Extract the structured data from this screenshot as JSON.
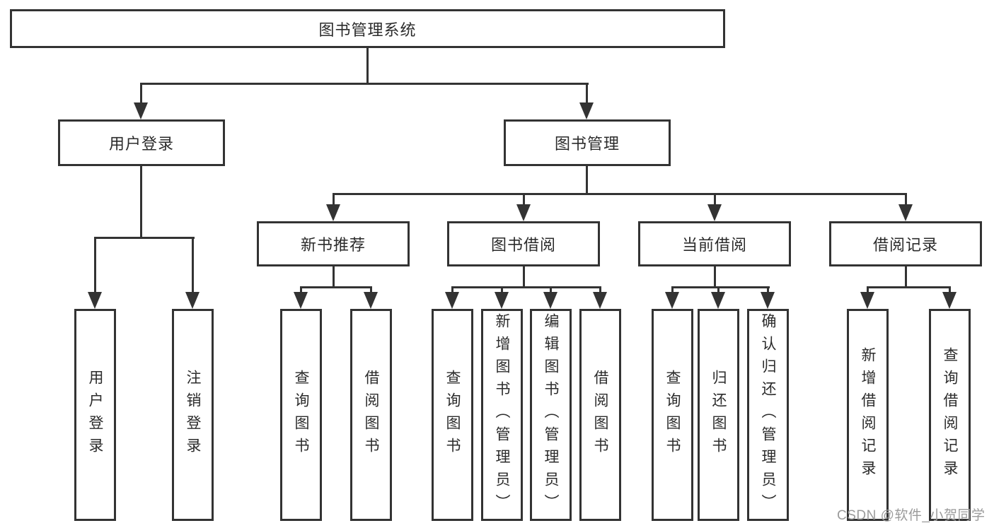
{
  "diagram": {
    "type": "hierarchy-tree",
    "title": "图书管理系统"
  },
  "colors": {
    "line": "#333333",
    "box_border": "#333333",
    "text": "#2b2b2b",
    "watermark": "#9b9b9b",
    "background": "#ffffff"
  },
  "tree": {
    "root": {
      "label": "图书管理系统"
    },
    "children": [
      {
        "label": "用户登录",
        "children": [
          {
            "label": "用户登录"
          },
          {
            "label": "注销登录"
          }
        ]
      },
      {
        "label": "图书管理",
        "children": [
          {
            "label": "新书推荐",
            "children": [
              {
                "label": "查询图书"
              },
              {
                "label": "借阅图书"
              }
            ]
          },
          {
            "label": "图书借阅",
            "children": [
              {
                "label": "查询图书"
              },
              {
                "label": "新增图书（管理员）"
              },
              {
                "label": "编辑图书（管理员）"
              },
              {
                "label": "借阅图书"
              }
            ]
          },
          {
            "label": "当前借阅",
            "children": [
              {
                "label": "查询图书"
              },
              {
                "label": "归还图书"
              },
              {
                "label": "确认归还（管理员）"
              }
            ]
          },
          {
            "label": "借阅记录",
            "children": [
              {
                "label": "新增借阅记录"
              },
              {
                "label": "查询借阅记录"
              }
            ]
          }
        ]
      }
    ]
  },
  "watermark": {
    "text": "CSDN @软件_小贺同学"
  }
}
